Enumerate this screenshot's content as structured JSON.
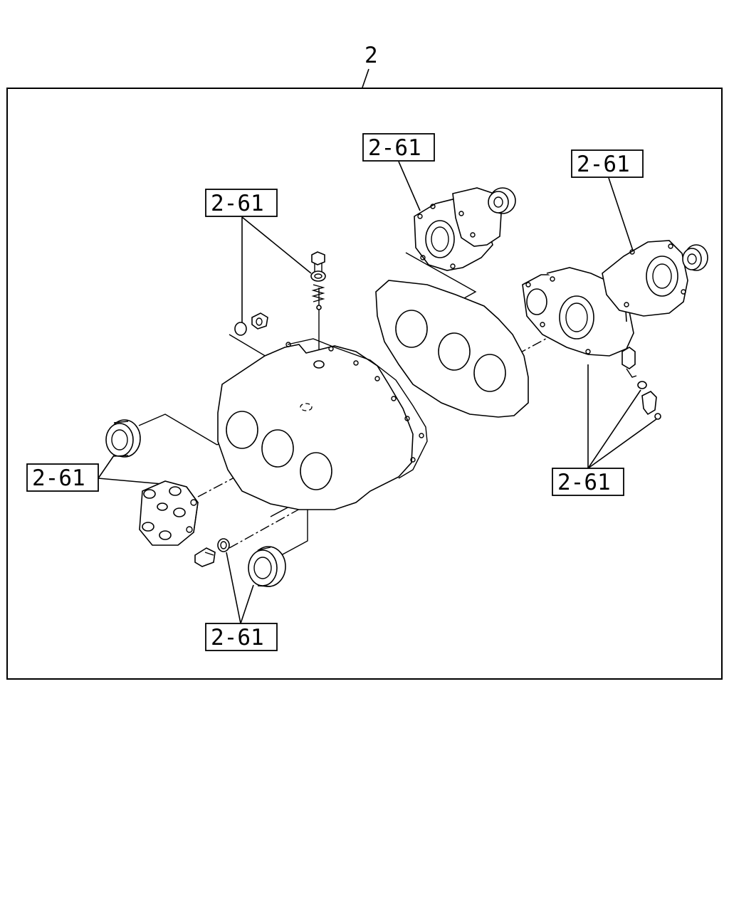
{
  "diagram": {
    "group_label": "2",
    "callouts": [
      {
        "id": "callout-top-left",
        "text": "2-61"
      },
      {
        "id": "callout-top-center",
        "text": "2-61"
      },
      {
        "id": "callout-top-right",
        "text": "2-61"
      },
      {
        "id": "callout-left",
        "text": "2-61"
      },
      {
        "id": "callout-right",
        "text": "2-61"
      },
      {
        "id": "callout-bottom",
        "text": "2-61"
      }
    ]
  }
}
